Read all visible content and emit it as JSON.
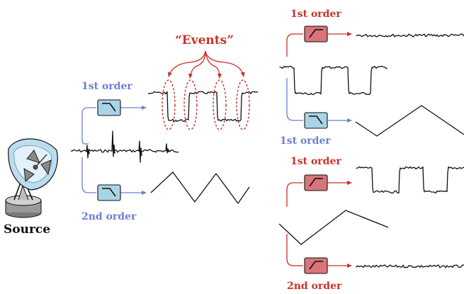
{
  "labels": {
    "source": "Source",
    "events": "“Events”",
    "left_top_order": "1st order",
    "left_bottom_order": "2nd order",
    "right_1_order": "1st order",
    "right_2_order": "1st order",
    "right_3_order": "1st order",
    "right_4_order": "2nd order"
  },
  "colors": {
    "lowpass_filter_box": "#a8d4e6",
    "highpass_filter_box": "#d9757a",
    "blue_wire": "#6b7fd6",
    "red_wire": "#c83228",
    "signal": "#111111"
  },
  "icons": {
    "source": "satellite-dish-icon",
    "lowpass": "lowpass-filter-icon",
    "highpass": "highpass-filter-icon"
  }
}
